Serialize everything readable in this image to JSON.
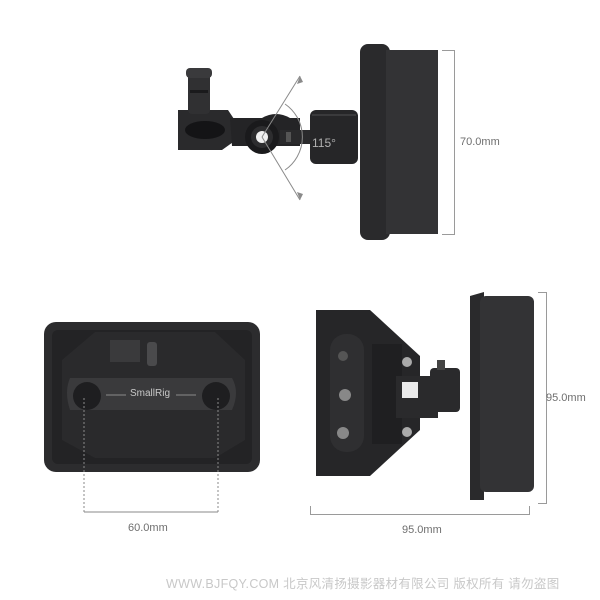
{
  "views": {
    "side_top": {
      "angle_label": "115°",
      "height_dimension": "70.0mm"
    },
    "front_bottom_left": {
      "brand_label": "SmallRig",
      "rod_spacing_dimension": "60.0mm"
    },
    "side_bottom_right": {
      "height_dimension": "95.0mm",
      "width_dimension": "95.0mm"
    }
  },
  "watermark": {
    "text": "WWW.BJFQY.COM 北京风清扬摄影器材有限公司 版权所有 请勿盗图"
  },
  "colors": {
    "product_dark": "#2c2c2e",
    "dimension_line": "#9a9a9a",
    "dimension_text": "#6e6e6e",
    "watermark": "#c8c8c8"
  }
}
